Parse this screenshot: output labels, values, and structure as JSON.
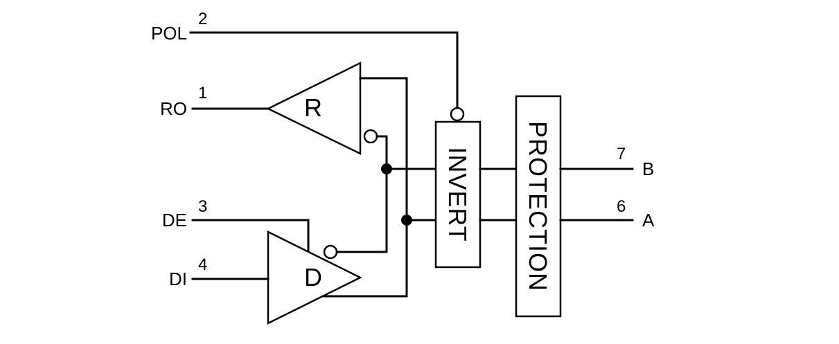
{
  "signals": {
    "pol": {
      "label": "POL",
      "pin": "2"
    },
    "ro": {
      "label": "RO",
      "pin": "1"
    },
    "de": {
      "label": "DE",
      "pin": "3"
    },
    "di": {
      "label": "DI",
      "pin": "4"
    },
    "b": {
      "label": "B",
      "pin": "7"
    },
    "a": {
      "label": "A",
      "pin": "6"
    }
  },
  "blocks": {
    "receiver": "R",
    "driver": "D",
    "invert": "INVERT",
    "protection": "PROTECTION"
  }
}
